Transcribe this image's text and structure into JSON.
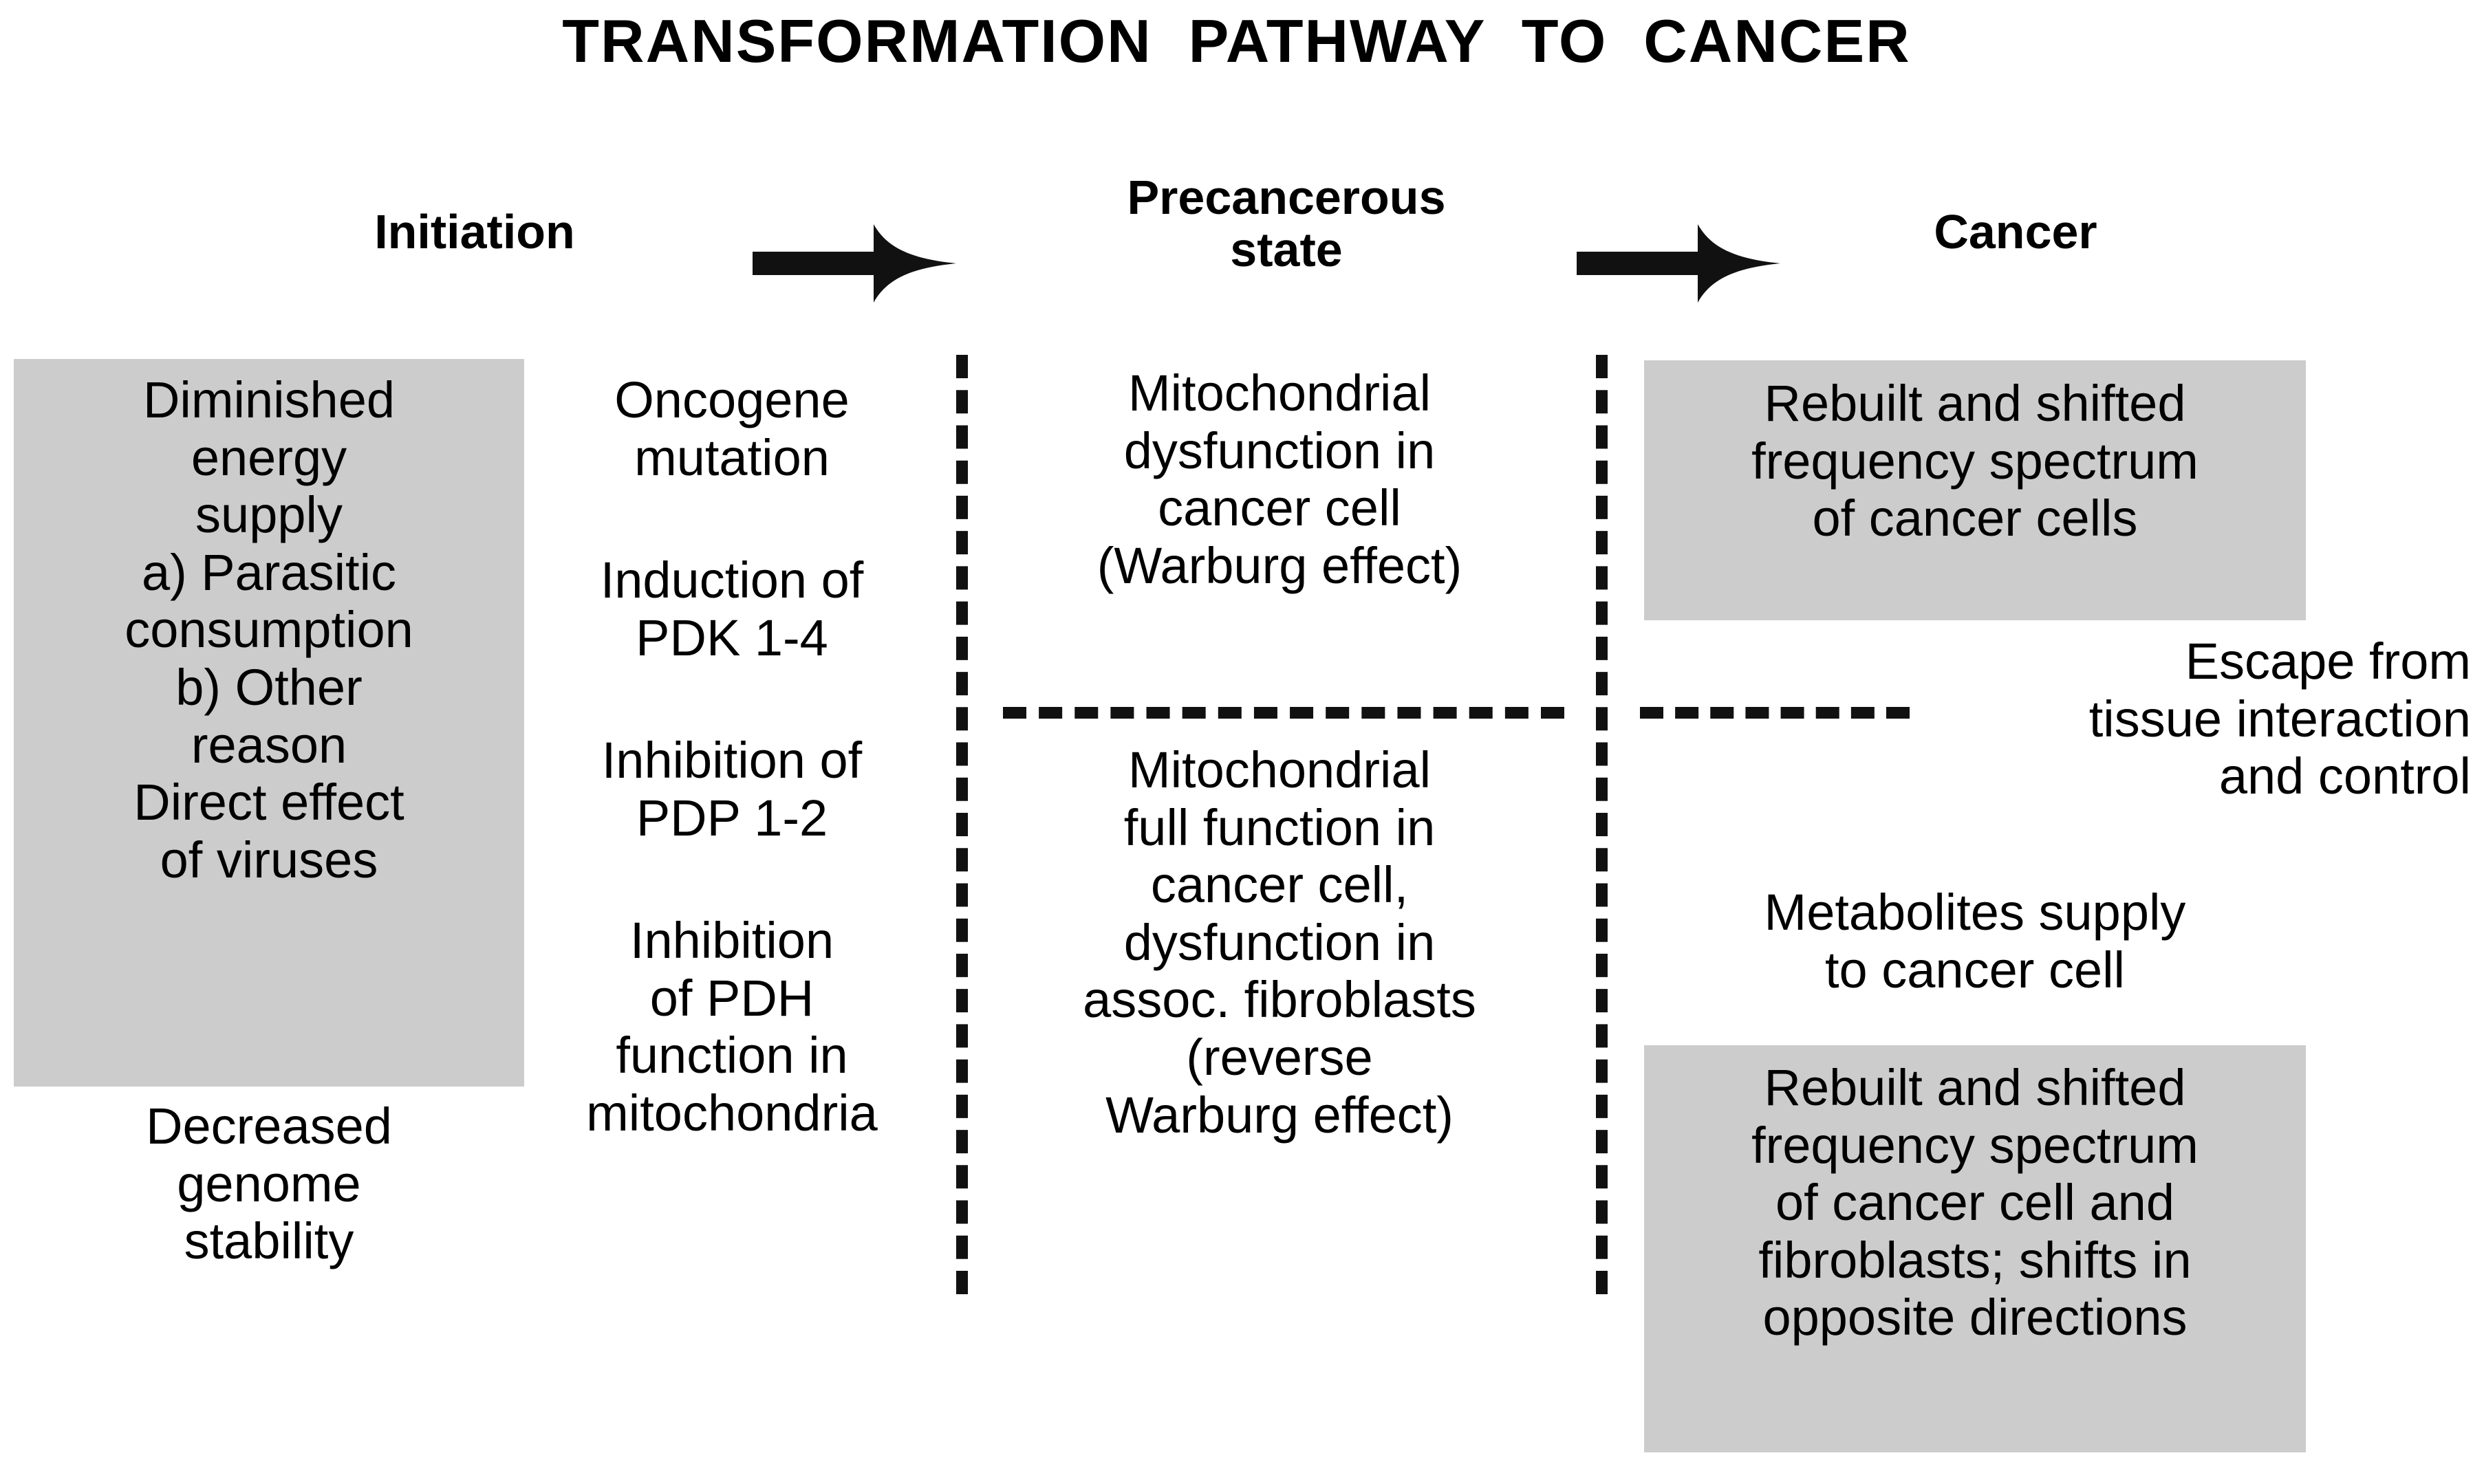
{
  "title": "TRANSFORMATION  PATHWAY  TO  CANCER",
  "stages": {
    "initiation": "Initiation",
    "precancerous": "Precancerous\nstate",
    "cancer": "Cancer"
  },
  "arrows": {
    "arrow_1": "right-arrow-icon",
    "arrow_2": "right-arrow-icon"
  },
  "colors": {
    "shade": "#cccccc",
    "text": "#000000",
    "background": "#ffffff",
    "divider": "#111111"
  },
  "columns": {
    "initiation_causes": {
      "shaded_text": "Diminished\nenergy\nsupply\na) Parasitic\nconsumption\nb) Other\nreason\nDirect effect\nof viruses",
      "unshaded_text": "Decreased\ngenome\nstability"
    },
    "initiation_molecular": {
      "item_1": "Oncogene\nmutation",
      "item_2": "Induction of\nPDK 1-4",
      "item_3": "Inhibition of\nPDP 1-2",
      "item_4": "Inhibition\nof  PDH\nfunction in\nmitochondria"
    },
    "precancerous": {
      "top_text": "Mitochondrial\ndysfunction in\ncancer cell\n(Warburg effect)",
      "bottom_text": "Mitochondrial\nfull function in\ncancer cell,\ndysfunction in\nassoc. fibroblasts\n(reverse\nWarburg effect)"
    },
    "cancer": {
      "shaded_top": "Rebuilt and shifted\nfrequency spectrum\nof cancer cells",
      "unshaded_mid_1": "Escape from\ntissue interaction\nand control",
      "unshaded_mid_2": "Metabolites supply\nto cancer cell",
      "shaded_bottom": "Rebuilt and shifted\nfrequency spectrum\nof cancer cell and\nfibroblasts; shifts in\nopposite directions"
    }
  }
}
